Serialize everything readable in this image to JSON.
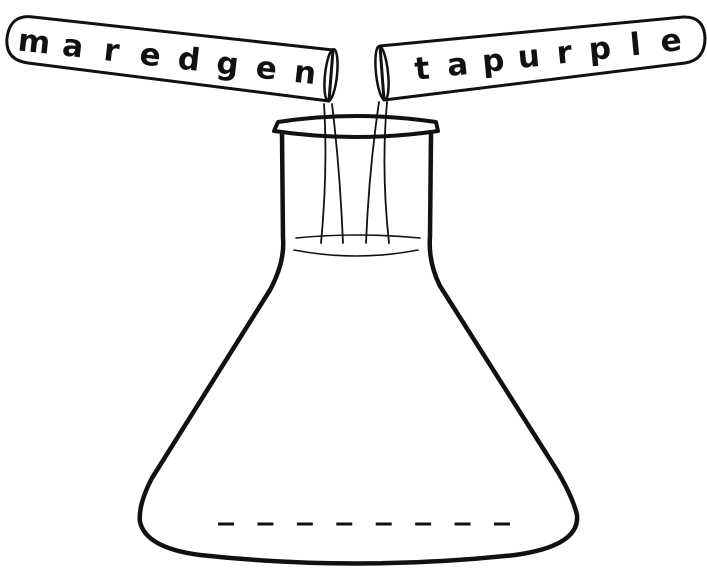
{
  "left_tube": {
    "letters": [
      "m",
      "a",
      "r",
      "e",
      "d",
      "g",
      "e",
      "n"
    ]
  },
  "right_tube": {
    "letters": [
      "t",
      "a",
      "p",
      "u",
      "r",
      "p",
      "l",
      "e"
    ]
  },
  "answer": {
    "blank_count": 8
  },
  "colors": {
    "ink": "#111111",
    "background": "#ffffff"
  }
}
